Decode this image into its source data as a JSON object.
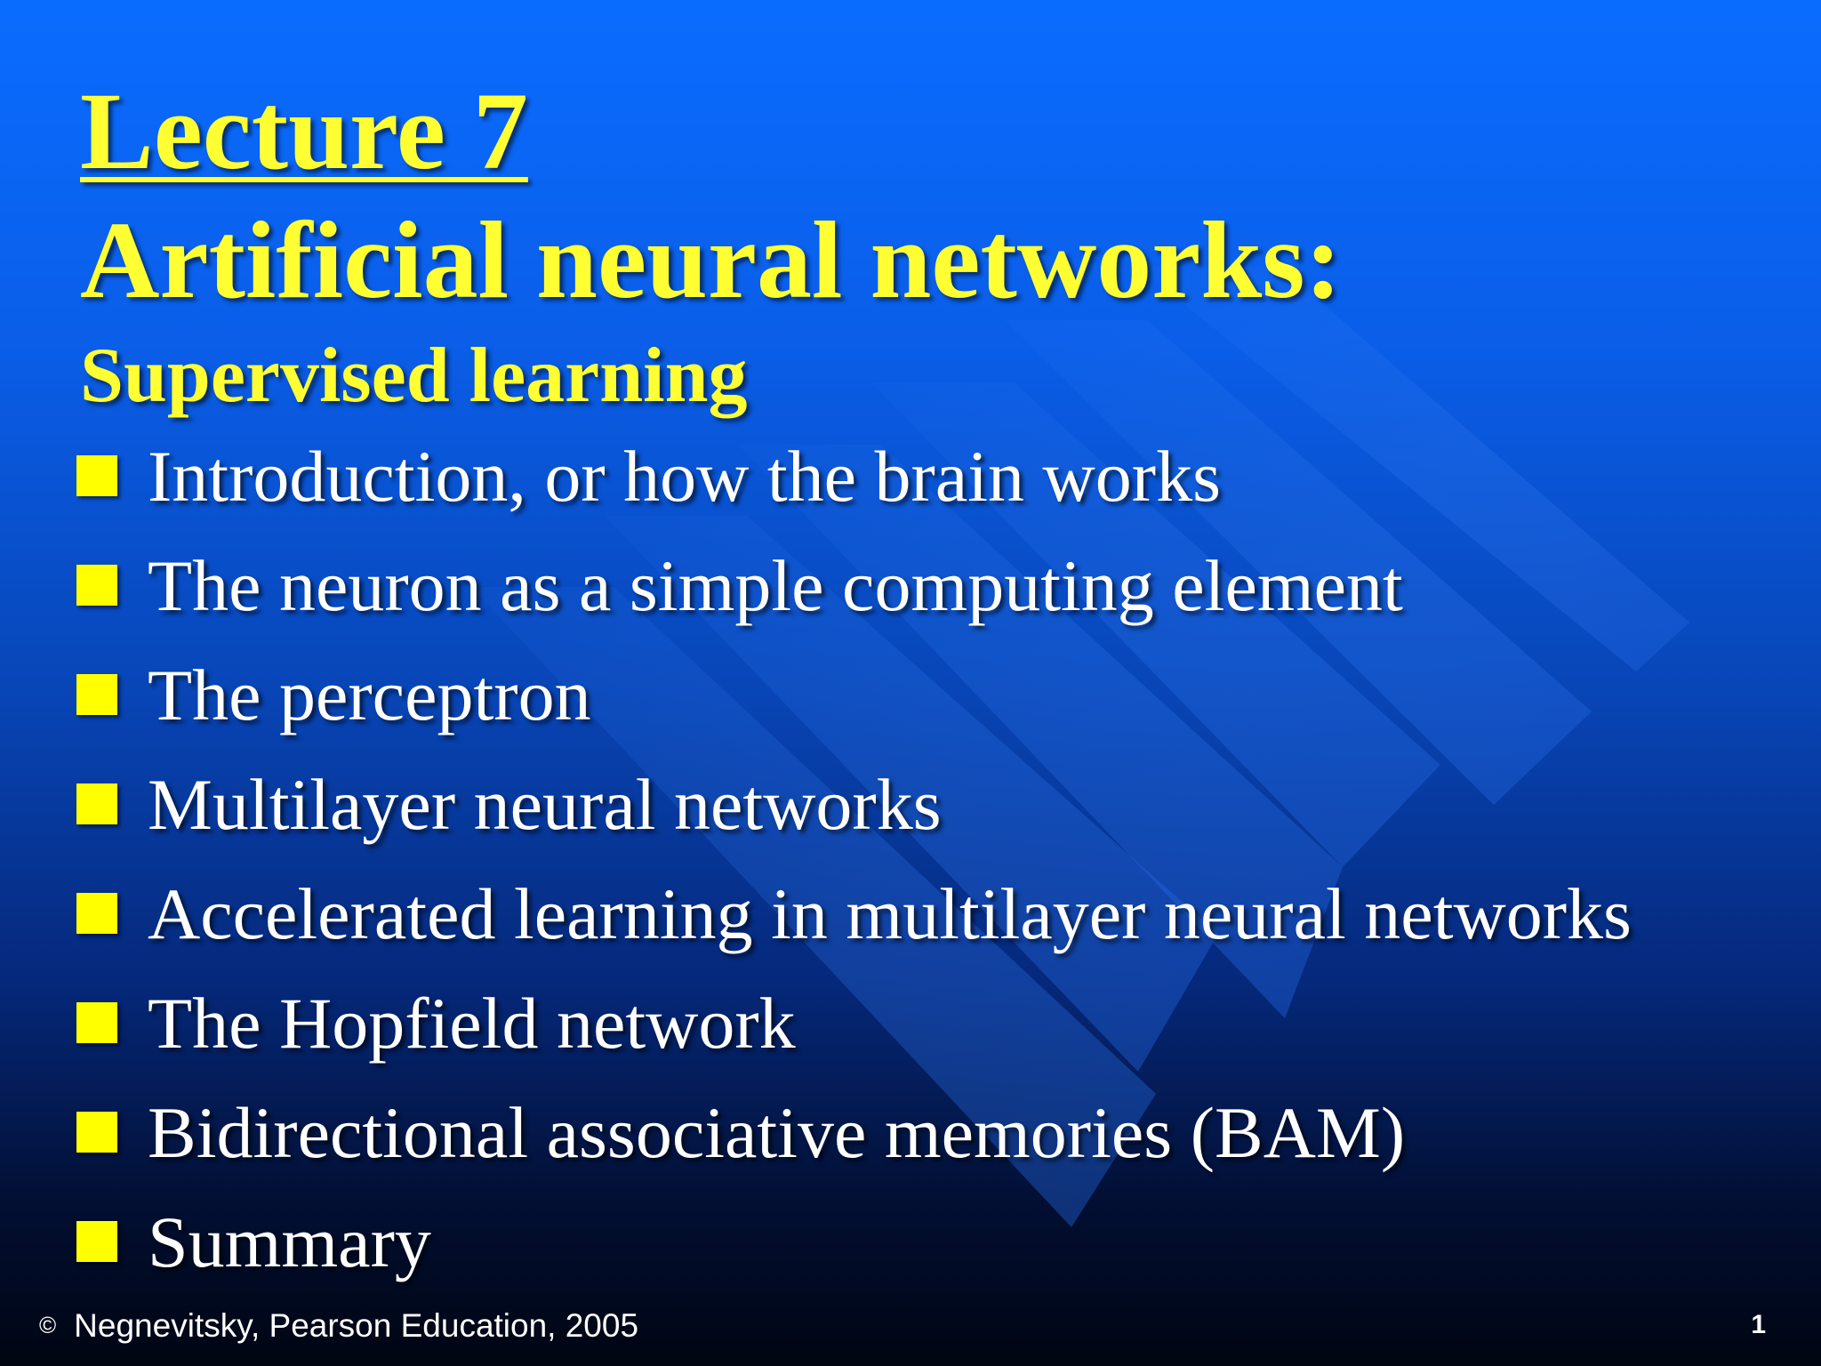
{
  "slide": {
    "title_line1": "Lecture 7",
    "title_line2": "Artificial neural networks:",
    "subtitle": "Supervised learning",
    "bullets": [
      "Introduction, or how the brain works",
      "The neuron as a simple computing element",
      "The perceptron",
      "Multilayer neural networks",
      "Accelerated learning in multilayer neural networks",
      "The Hopfield network",
      "Bidirectional associative memories (BAM)",
      "Summary"
    ],
    "footer": {
      "copyright_symbol": "©",
      "copyright_text": "Negnevitsky, Pearson Education, 2005",
      "page_number": "1"
    }
  },
  "colors": {
    "title": "#ffff33",
    "bullet_square": "#ffff00",
    "bullet_text": "#ffffff",
    "background_top": "#0a6cff",
    "background_bottom": "#000511"
  },
  "icons": {
    "bullet": "yellow-square-bullet-icon"
  }
}
